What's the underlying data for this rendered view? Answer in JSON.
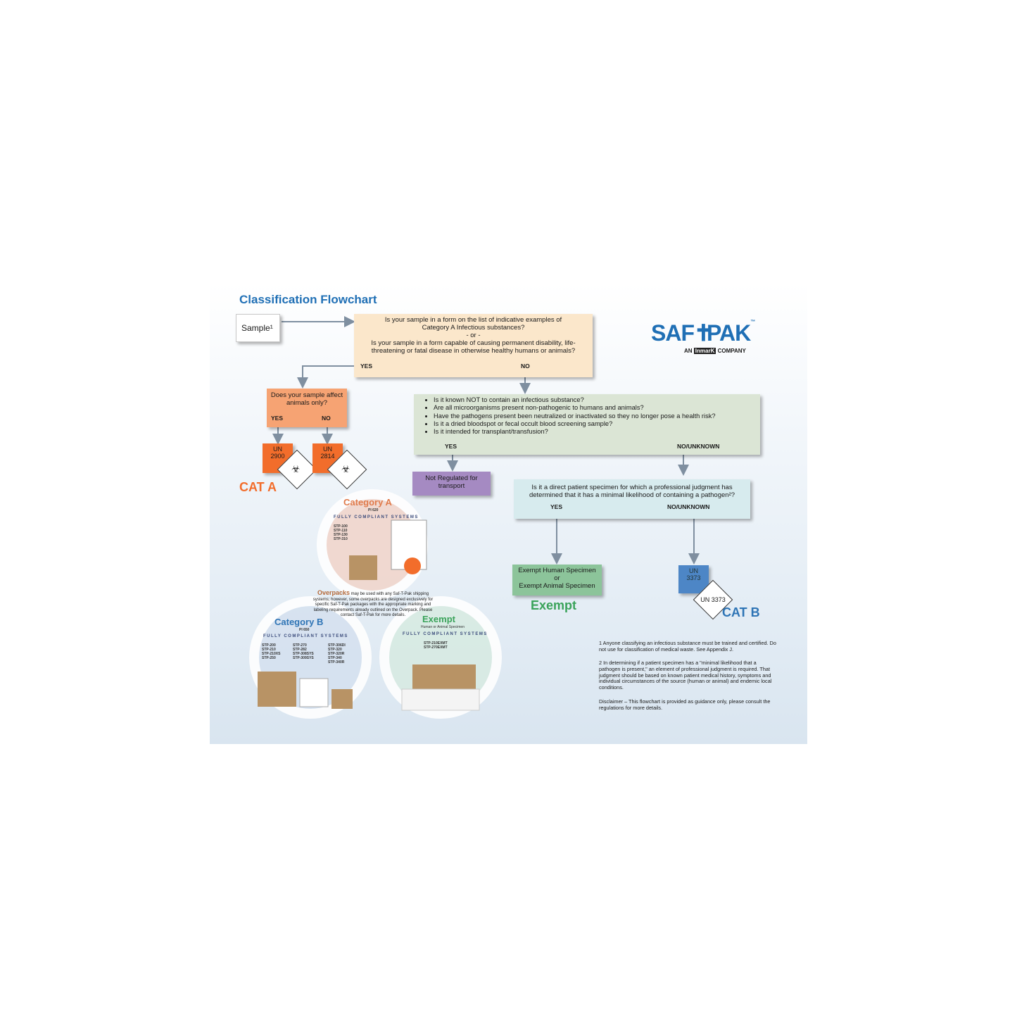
{
  "title": "Classification Flowchart",
  "sample": {
    "label": "Sample¹"
  },
  "q1": {
    "line1": "Is your sample in a form on the list of indicative examples of Category A Infectious substances?",
    "or": "- or -",
    "line2": "Is your sample in a form capable of causing permanent disability, life-threatening or fatal disease in otherwise healthy humans or animals?",
    "yes": "YES",
    "no": "NO"
  },
  "q2": {
    "text": "Does your sample affect animals only?",
    "yes": "YES",
    "no": "NO"
  },
  "un2900": {
    "line1": "UN",
    "line2": "2900"
  },
  "un2814": {
    "line1": "UN",
    "line2": "2814"
  },
  "cat_a": "CAT A",
  "q3": {
    "items": [
      "Is it known NOT to contain an infectious substance?",
      "Are all microorganisms present non-pathogenic to humans and animals?",
      "Have the pathogens present been neutralized or inactivated so they no longer pose a health risk?",
      "Is it a dried bloodspot or fecal occult blood screening sample?",
      "Is it intended for transplant/transfusion?"
    ],
    "yes": "YES",
    "no": "NO/UNKNOWN"
  },
  "not_regulated": "Not Regulated for transport",
  "q4": {
    "text": "Is it a direct patient specimen for which a professional judgment has determined that it has a minimal likelihood of containing a pathogen²?",
    "yes": "YES",
    "no": "NO/UNKNOWN"
  },
  "exempt_box": {
    "line1": "Exempt Human Specimen",
    "line2": "or",
    "line3": "Exempt Animal Specimen"
  },
  "exempt_label": "Exempt",
  "un3373": {
    "line1": "UN",
    "line2": "3373",
    "diamond": "UN 3373"
  },
  "cat_b": "CAT B",
  "logo": {
    "left": "SAF",
    "right": "PAK",
    "tm": "™",
    "sub_an": "AN",
    "sub_brand": "InmarK",
    "sub_company": "COMPANY"
  },
  "bio": {
    "cat_a": {
      "title": "Category A",
      "pi": "PI 620",
      "fcs": "FULLY COMPLIANT SYSTEMS",
      "stp": [
        "STP-100",
        "STP-110",
        "STP-130",
        "STP-310"
      ]
    },
    "cat_b": {
      "title": "Category B",
      "pi": "PI 650",
      "fcs": "FULLY COMPLIANT SYSTEMS",
      "col1": [
        "STP-200",
        "STP-210",
        "STP-210XS",
        "STP-250"
      ],
      "col2": [
        "STP-270",
        "STP-282",
        "STP-308SYS",
        "STP-309SYS"
      ],
      "col3": [
        "STP-306DI",
        "STP-320",
        "STP-320R",
        "STP-340",
        "STP-340R"
      ]
    },
    "exempt": {
      "title": "Exempt",
      "sub": "Human or Animal Specimen",
      "fcs": "FULLY COMPLIANT SYSTEMS",
      "stp": [
        "STP-210EXMT",
        "STP-270EXMT"
      ]
    },
    "overpacks": {
      "lead": "Overpacks",
      "text": "may be used with any Saf-T-Pak shipping systems; however, some overpacks are designed exclusively for specific Saf-T-Pak packages with the appropriate marking and labeling requirements already outlined on the Overpack. Please contact Saf-T-Pak for more details."
    }
  },
  "footnotes": {
    "f1": "1 Anyone classifying an infectious substance must be trained and certified. Do not use for classification of medical waste. See Appendix J.",
    "f2": "2 In determining if a patient specimen has a \"minimal likelihood that a pathogen is present,\" an element of professional judgment is required. That judgment should be based on known patient medical history, symptoms and individual circumstances of the source (human or animal) and endemic local conditions.",
    "disclaimer": "Disclaimer – This flowchart is provided as guidance only, please consult the regulations for more details."
  },
  "colors": {
    "title": "#1f6fb5",
    "orange": "#f26d2b",
    "green": "#3aa35a",
    "blue": "#2e74b5",
    "arrow": "#7f8fa0"
  }
}
